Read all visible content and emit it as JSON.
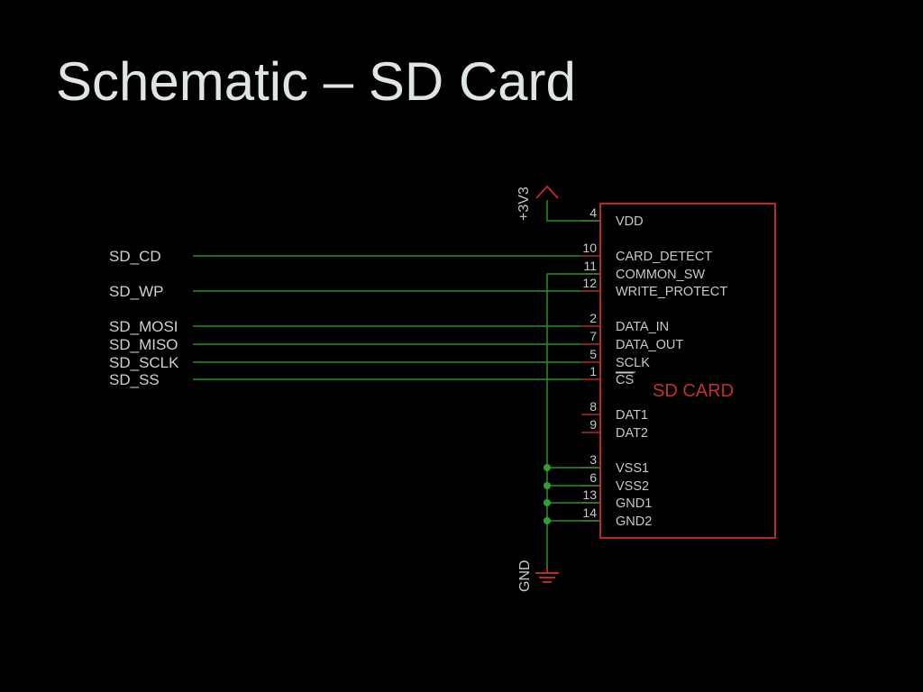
{
  "slide": {
    "title": "Schematic – SD Card"
  },
  "schematic": {
    "colors": {
      "background": "#000000",
      "wire": "#2e8b2e",
      "junction": "#2fa02f",
      "part_outline": "#b22a2a",
      "part_name": "#c23030",
      "label_text": "#d0d0d0",
      "title_text": "#dfe4e6"
    },
    "power_symbol": {
      "label": "+3V3",
      "icon": "power-arrow-icon"
    },
    "ground_symbol": {
      "label": "GND",
      "icon": "ground-symbol-icon"
    },
    "part": {
      "name": "SD CARD"
    },
    "net_labels": [
      {
        "text": "SD_CD",
        "pin": "10"
      },
      {
        "text": "SD_WP",
        "pin": "12"
      },
      {
        "text": "SD_MOSI",
        "pin": "2"
      },
      {
        "text": "SD_MISO",
        "pin": "7"
      },
      {
        "text": "SD_SCLK",
        "pin": "5"
      },
      {
        "text": "SD_SS",
        "pin": "1"
      }
    ],
    "pins": [
      {
        "number": "4",
        "name": "VDD",
        "net": "+3V3"
      },
      {
        "number": "10",
        "name": "CARD_DETECT",
        "net": "SD_CD"
      },
      {
        "number": "11",
        "name": "COMMON_SW",
        "net": "GND"
      },
      {
        "number": "12",
        "name": "WRITE_PROTECT",
        "net": "SD_WP"
      },
      {
        "number": "2",
        "name": "DATA_IN",
        "net": "SD_MOSI"
      },
      {
        "number": "7",
        "name": "DATA_OUT",
        "net": "SD_MISO"
      },
      {
        "number": "5",
        "name": "SCLK",
        "net": "SD_SCLK"
      },
      {
        "number": "1",
        "name": "CS",
        "net": "SD_SS",
        "overline": true
      },
      {
        "number": "8",
        "name": "DAT1",
        "net": ""
      },
      {
        "number": "9",
        "name": "DAT2",
        "net": ""
      },
      {
        "number": "3",
        "name": "VSS1",
        "net": "GND"
      },
      {
        "number": "6",
        "name": "VSS2",
        "net": "GND"
      },
      {
        "number": "13",
        "name": "GND1",
        "net": "GND"
      },
      {
        "number": "14",
        "name": "GND2",
        "net": "GND"
      }
    ]
  }
}
